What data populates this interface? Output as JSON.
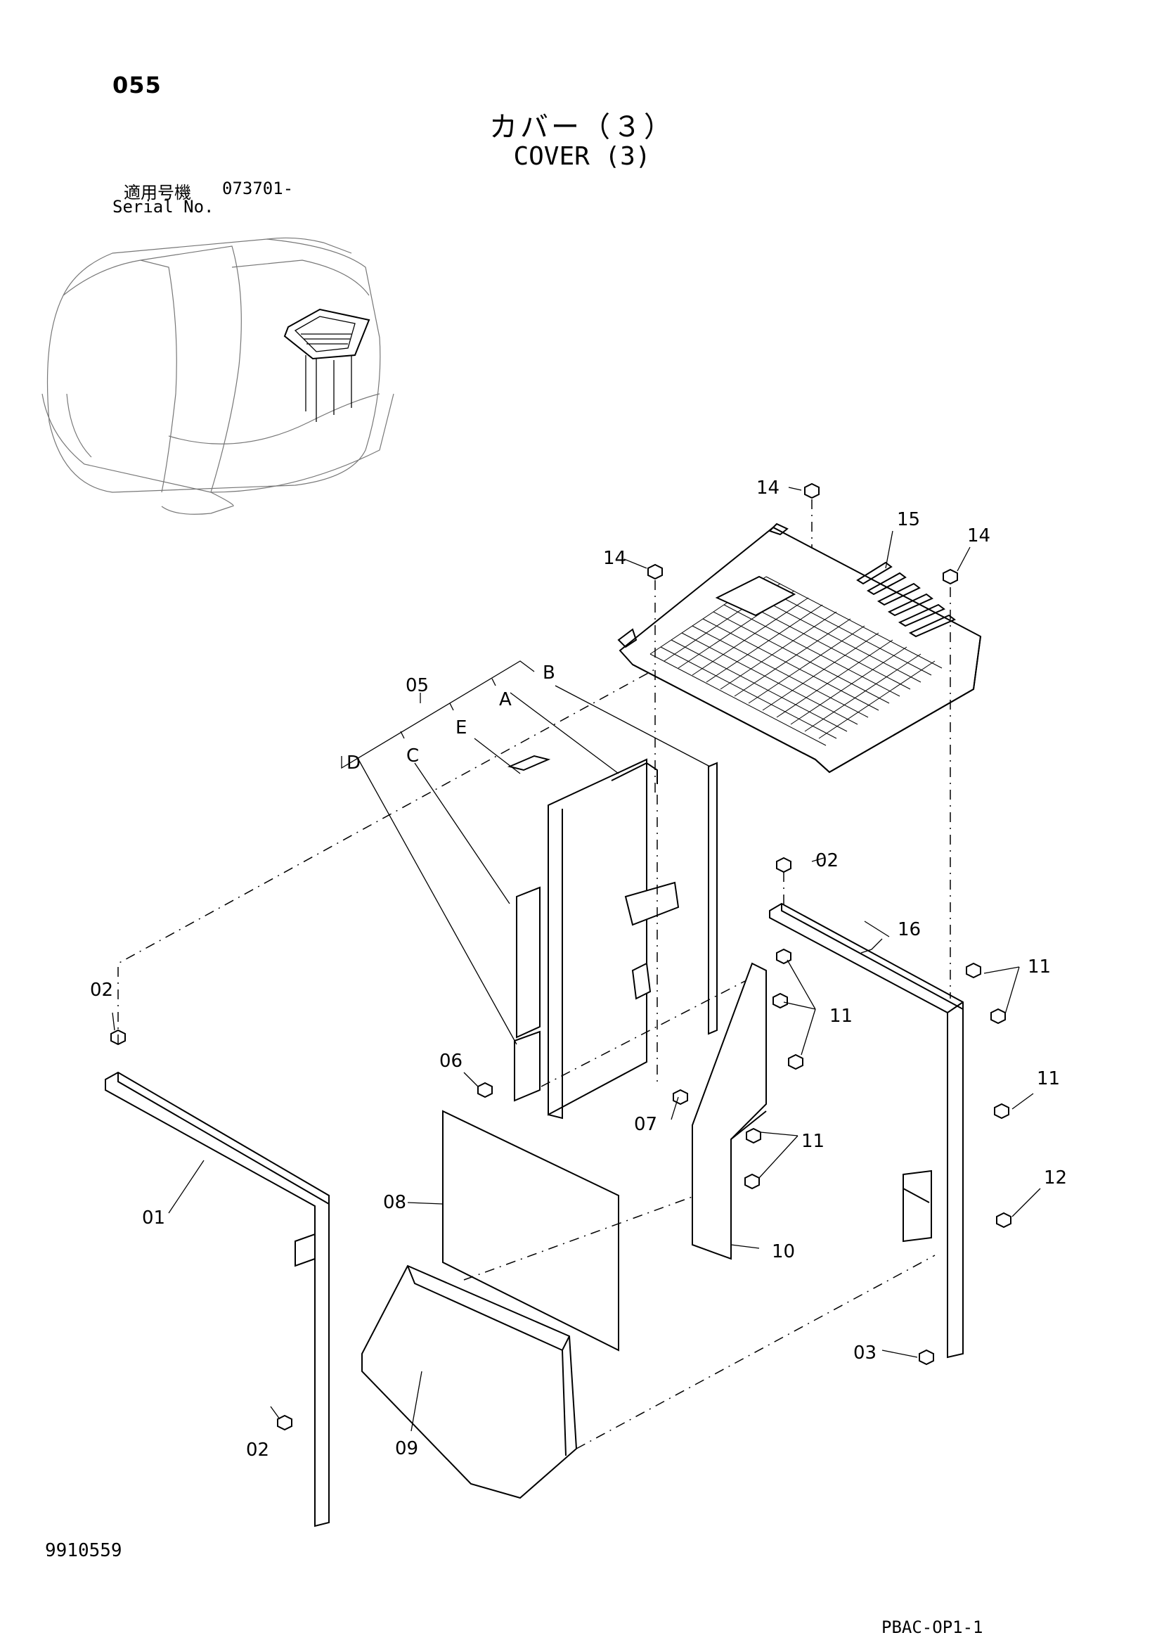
{
  "header": {
    "page_number": "055",
    "title_jp": "カバー（３）",
    "title_en": "COVER (3)",
    "serial_label_jp": "適用号機",
    "serial_value": "073701-",
    "serial_label_en": "Serial No."
  },
  "callouts": {
    "c01": "01",
    "c02a": "02",
    "c02b": "02",
    "c02c": "02",
    "c03": "03",
    "c05": "05",
    "c06": "06",
    "c07": "07",
    "c08": "08",
    "c09": "09",
    "c10": "10",
    "c11a": "11",
    "c11b": "11",
    "c11c": "11",
    "c11d": "11",
    "c12": "12",
    "c14a": "14",
    "c14b": "14",
    "c14c": "14",
    "c15": "15",
    "c16": "16",
    "sA": "A",
    "sB": "B",
    "sC": "C",
    "sD": "D",
    "sE": "E"
  },
  "footer": {
    "doc_number": "9910559",
    "sheet_code": "PBAC-OP1-1"
  }
}
